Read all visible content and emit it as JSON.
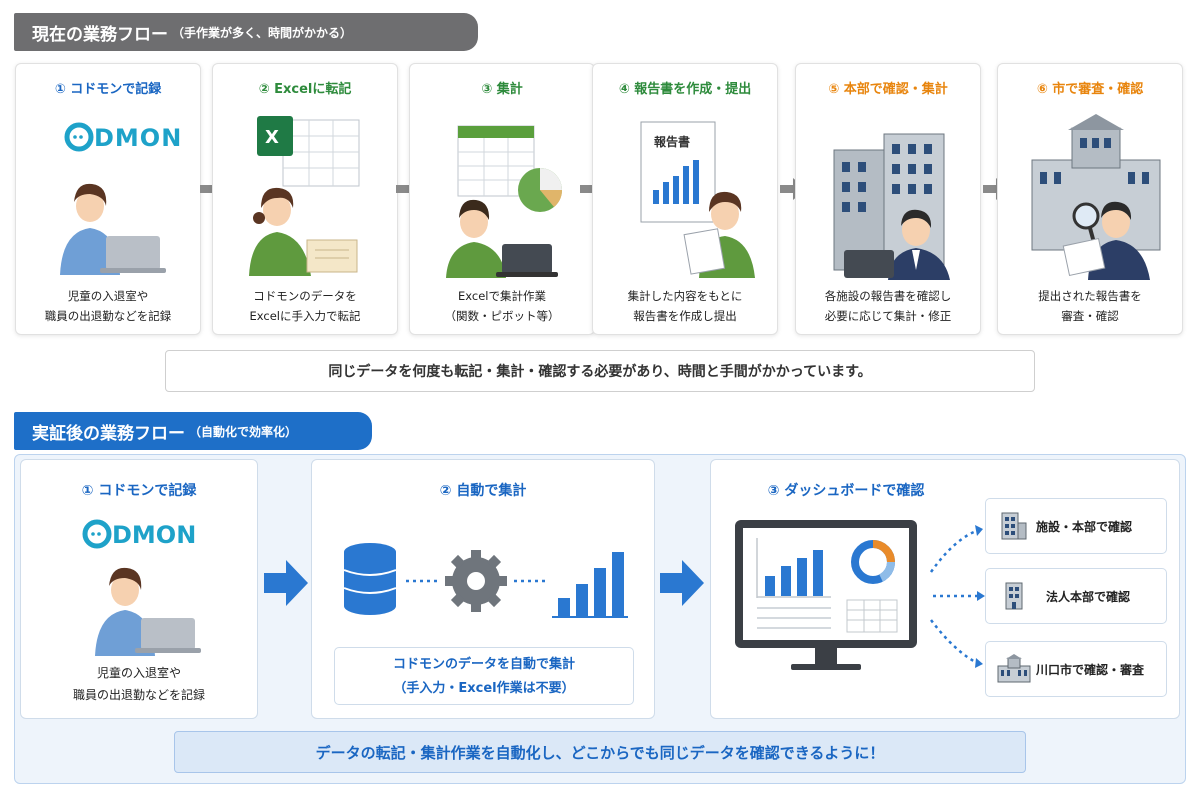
{
  "current": {
    "header": {
      "main": "現在の業務フロー",
      "sub": "（手作業が多く、時間がかかる）"
    },
    "steps": [
      {
        "title": "① コドモンで記録",
        "desc": [
          "児童の入退室や",
          "職員の出退勤などを記録"
        ]
      },
      {
        "title": "② Excelに転記",
        "desc": [
          "コドモンのデータを",
          "Excelに手入力で転記"
        ]
      },
      {
        "title": "③ 集計",
        "desc": [
          "Excelで集計作業",
          "（関数・ピボット等）"
        ]
      },
      {
        "title": "④ 報告書を作成・提出",
        "desc": [
          "集計した内容をもとに",
          "報告書を作成し提出"
        ],
        "doc_label": "報告書"
      },
      {
        "title": "⑤ 本部で確認・集計",
        "desc": [
          "各施設の報告書を確認し",
          "必要に応じて集計・修正"
        ]
      },
      {
        "title": "⑥ 市で審査・確認",
        "desc": [
          "提出された報告書を",
          "審査・確認"
        ]
      }
    ],
    "note": "同じデータを何度も転記・集計・確認する必要があり、時間と手間がかかっています。"
  },
  "after": {
    "header": {
      "main": "実証後の業務フロー",
      "sub": "（自動化で効率化）"
    },
    "steps": [
      {
        "title": "① コドモンで記録",
        "desc": [
          "児童の入退室や",
          "職員の出退勤などを記録"
        ]
      },
      {
        "title": "② 自動で集計",
        "desc": [
          "コドモンのデータを自動で集計",
          "（手入力・Excel作業は不要）"
        ]
      },
      {
        "title": "③ ダッシュボードで確認"
      }
    ],
    "destinations": [
      "施設・本部で確認",
      "法人本部で確認",
      "川口市で確認・審査"
    ],
    "note": "データの転記・集計作業を自動化し、どこからでも同じデータを確認できるように！"
  },
  "logo_text": {
    "c": "C",
    "rest": "DMON"
  },
  "colors": {
    "gray_header": "#6e6e70",
    "blue_header": "#1e6fc8",
    "accent_blue": "#1a66c2",
    "green_title": "#2e8b3c",
    "orange_title": "#e8850e",
    "logo": "#1ea2c9"
  }
}
